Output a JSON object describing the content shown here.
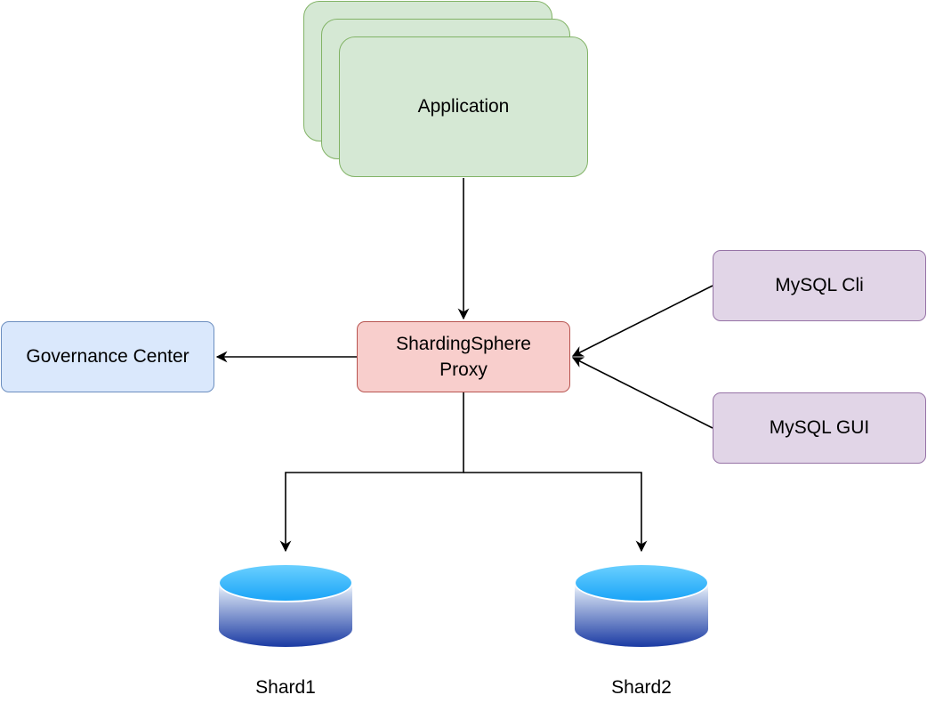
{
  "nodes": {
    "application": {
      "label": "Application"
    },
    "proxy": {
      "label_line1": "ShardingSphere",
      "label_line2": "Proxy"
    },
    "governance": {
      "label": "Governance Center"
    },
    "mysql_cli": {
      "label": "MySQL Cli"
    },
    "mysql_gui": {
      "label": "MySQL GUI"
    },
    "shard1": {
      "label": "Shard1"
    },
    "shard2": {
      "label": "Shard2"
    }
  },
  "edges": [
    {
      "from": "application",
      "to": "proxy"
    },
    {
      "from": "proxy",
      "to": "governance"
    },
    {
      "from": "mysql_cli",
      "to": "proxy"
    },
    {
      "from": "mysql_gui",
      "to": "proxy"
    },
    {
      "from": "proxy",
      "to": "shard1"
    },
    {
      "from": "proxy",
      "to": "shard2"
    }
  ],
  "colors": {
    "application_fill": "#d5e8d4",
    "application_stroke": "#82b366",
    "proxy_fill": "#f8cecc",
    "proxy_stroke": "#b85450",
    "governance_fill": "#dae8fc",
    "governance_stroke": "#6c8ebf",
    "mysql_fill": "#e1d5e7",
    "mysql_stroke": "#9673a6",
    "db_top": "#36b5ff",
    "db_bottom": "#1a3aa3",
    "edge": "#000000"
  }
}
